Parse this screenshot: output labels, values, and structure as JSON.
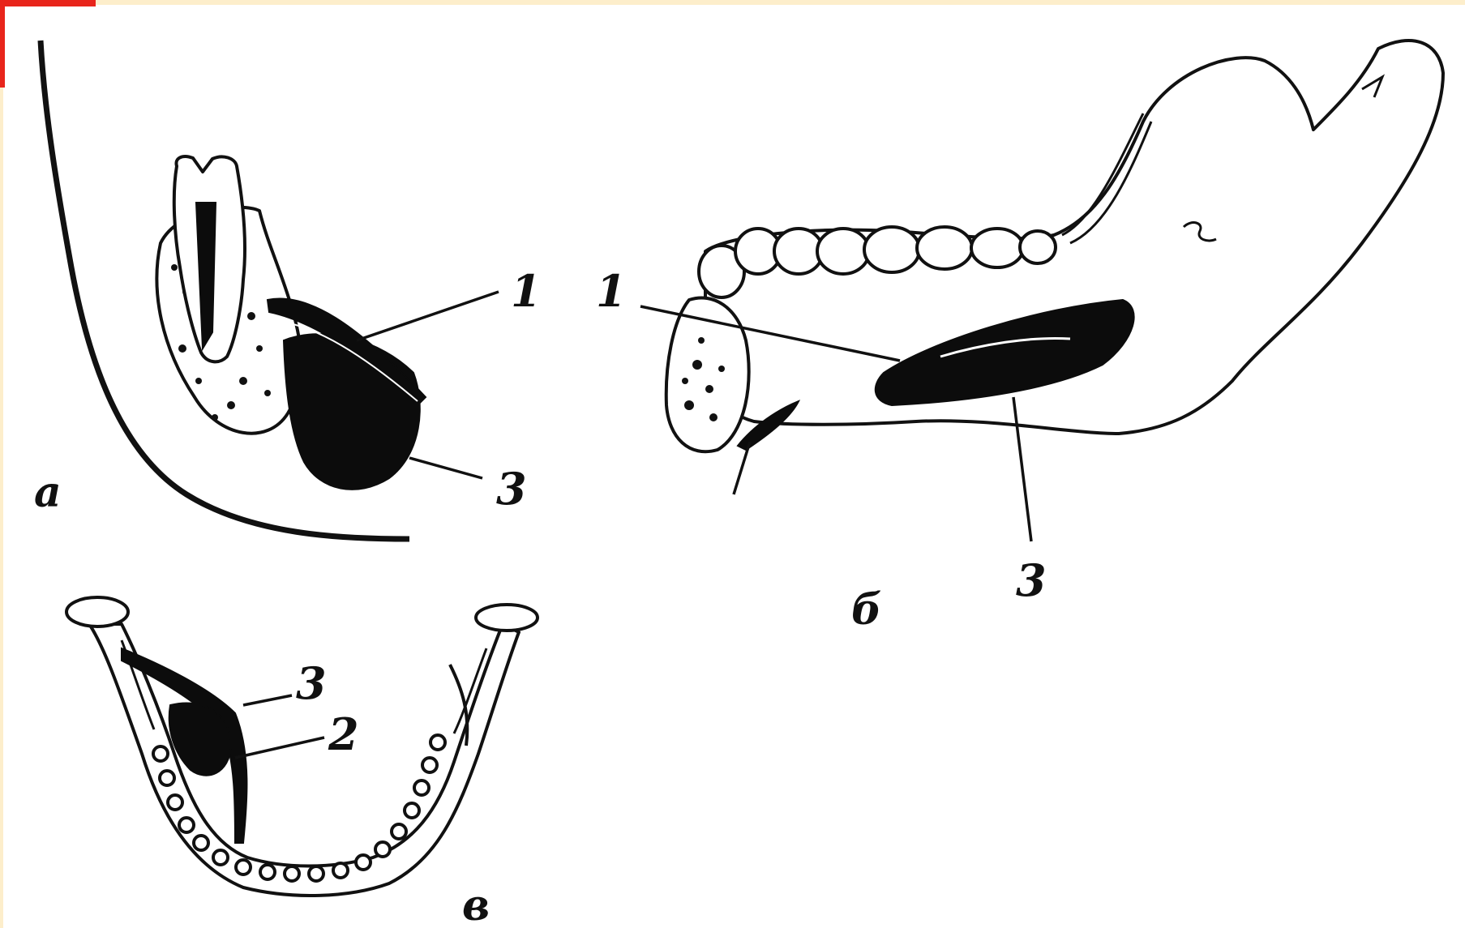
{
  "colors": {
    "frame": "#fdeecb",
    "corner_accent": "#e8251b",
    "ink": "#111111",
    "paper": "#ffffff"
  },
  "panels": [
    {
      "id": "a",
      "label": "а",
      "callouts": [
        "1",
        "3"
      ]
    },
    {
      "id": "b",
      "label": "б",
      "callouts": [
        "1",
        "3"
      ]
    },
    {
      "id": "v",
      "label": "в",
      "callouts": [
        "3",
        "2"
      ]
    }
  ]
}
